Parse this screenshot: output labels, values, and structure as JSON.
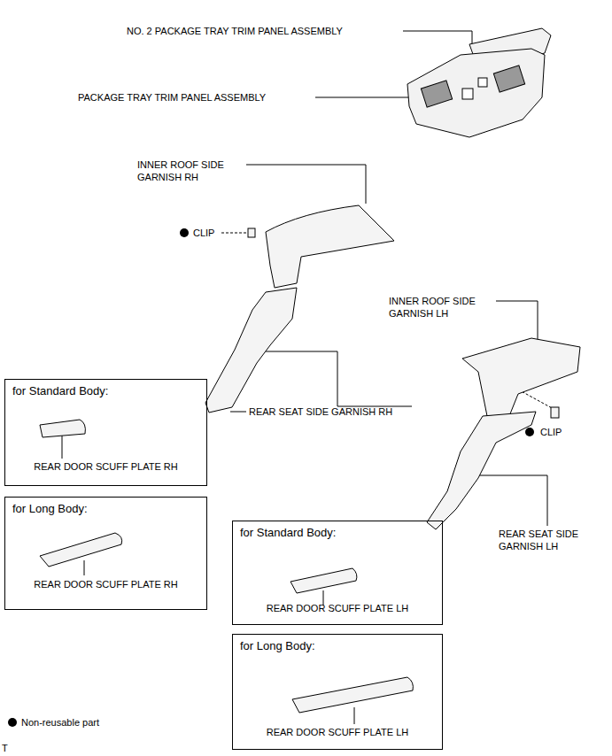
{
  "diagram": {
    "nodes": [
      {
        "text": [
          "for Standard Body:",
          "REAR DOOR SCUFF PLATE RH"
        ]
      },
      {
        "text": [
          "for Long Body:",
          "REAR DOOR SCUFF PLATE RH"
        ]
      },
      {
        "text": [
          "for Standard Body:",
          "REAR DOOR SCUFF PLATE LH"
        ]
      },
      {
        "text": [
          "for Long Body:",
          "REAR DOOR SCUFF PLATE LH"
        ]
      }
    ],
    "labels": [
      "NO. 2 PACKAGE TRAY TRIM PANEL ASSEMBLY",
      "PACKAGE TRAY TRIM PANEL ASSEMBLY",
      "INNER ROOF SIDE GARNISH RH",
      "CLIP",
      "REAR SEAT SIDE GARNISH RH",
      "INNER ROOF SIDE GARNISH LH",
      "CLIP",
      "REAR SEAT SIDE GARNISH LH",
      "T"
    ],
    "legend": [
      {
        "text": "Non-reusable part"
      }
    ]
  }
}
